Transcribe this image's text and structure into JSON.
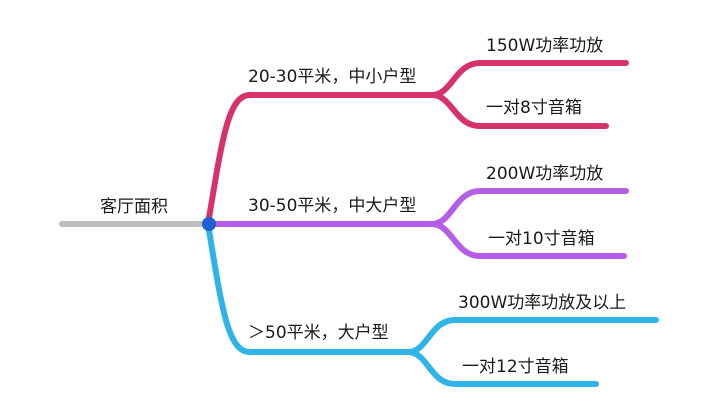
{
  "root": {
    "label": "客厅面积"
  },
  "colors": {
    "root": "#bdbdbd",
    "node": "#1e5fd6"
  },
  "branches": [
    {
      "label": "20-30平米，中小户型",
      "color": "#d6336c",
      "children": [
        {
          "label": "150W功率功放"
        },
        {
          "label": "一对8寸音箱"
        }
      ]
    },
    {
      "label": "30-50平米，中大户型",
      "color": "#b45ee6",
      "children": [
        {
          "label": "200W功率功放"
        },
        {
          "label": "一对10寸音箱"
        }
      ]
    },
    {
      "label": "＞50平米，大户型",
      "color": "#2fb4e8",
      "children": [
        {
          "label": "300W功率功放及以上"
        },
        {
          "label": "一对12寸音箱"
        }
      ]
    }
  ]
}
